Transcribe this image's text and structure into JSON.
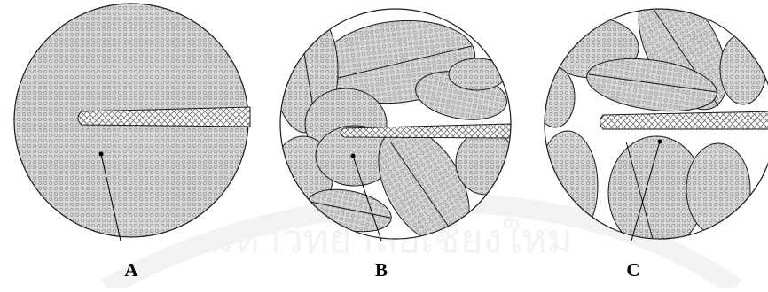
{
  "panels": [
    {
      "id": "A",
      "label": "A"
    },
    {
      "id": "B",
      "label": "B"
    },
    {
      "id": "C",
      "label": "C"
    }
  ],
  "colors": {
    "background": "#ffffff",
    "outline": "#1a1a1a",
    "fill": "#d6d6d6",
    "dot_pattern": "#8a8a8a",
    "crack_hatch": "#6e6e6e",
    "pointer": "#000000"
  },
  "watermark": {
    "text": "มหาวิทยาลัยเชียงใหม่",
    "color": "#e9e9e9"
  }
}
